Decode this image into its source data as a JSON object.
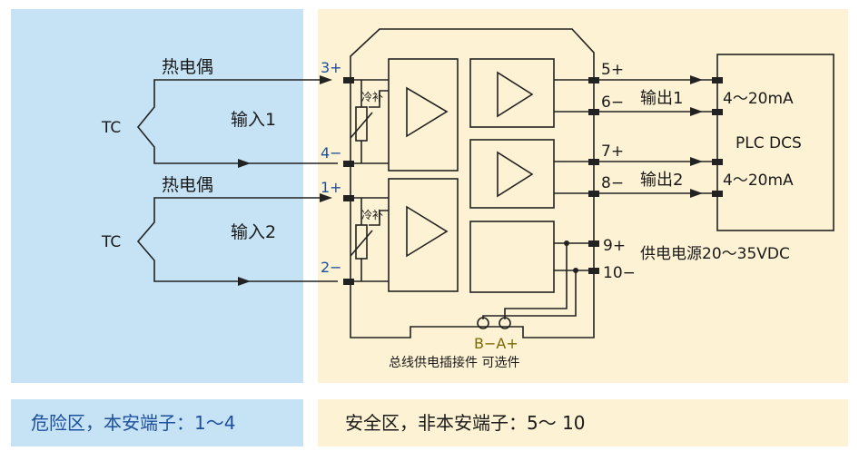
{
  "colors": {
    "hazard_bg": "#c6e3f6",
    "safe_bg": "#fdf2d3",
    "line": "#222222",
    "terminal_label": "#1d4f9c",
    "hazard_caption": "#1d4f9c",
    "safe_caption": "#1a1a1a",
    "bus_label": "#7a6a00"
  },
  "inputs": [
    {
      "sensor_label": "热电偶",
      "input_label": "输入1",
      "tc_label": "TC",
      "pos_terminal": "3+",
      "neg_terminal": "4−",
      "cj_label": "冷补"
    },
    {
      "sensor_label": "热电偶",
      "input_label": "输入2",
      "tc_label": "TC",
      "pos_terminal": "1+",
      "neg_terminal": "2−",
      "cj_label": "冷补"
    }
  ],
  "outputs": [
    {
      "pos_terminal": "5+",
      "neg_terminal": "6−",
      "label": "输出1",
      "signal": "4～20mA"
    },
    {
      "pos_terminal": "7+",
      "neg_terminal": "8−",
      "label": "输出2",
      "signal": "4～20mA"
    }
  ],
  "power": {
    "pos_terminal": "9+",
    "neg_terminal": "10−",
    "label": "供电电源20～35VDC"
  },
  "plc_label": "PLC DCS",
  "bus": {
    "pins": "B−A+",
    "caption": "总线供电插接件 可选件"
  },
  "zones": {
    "hazardous_caption": "危险区，本安端子：1～4",
    "safe_caption": "安全区，非本安端子：5～ 10"
  }
}
